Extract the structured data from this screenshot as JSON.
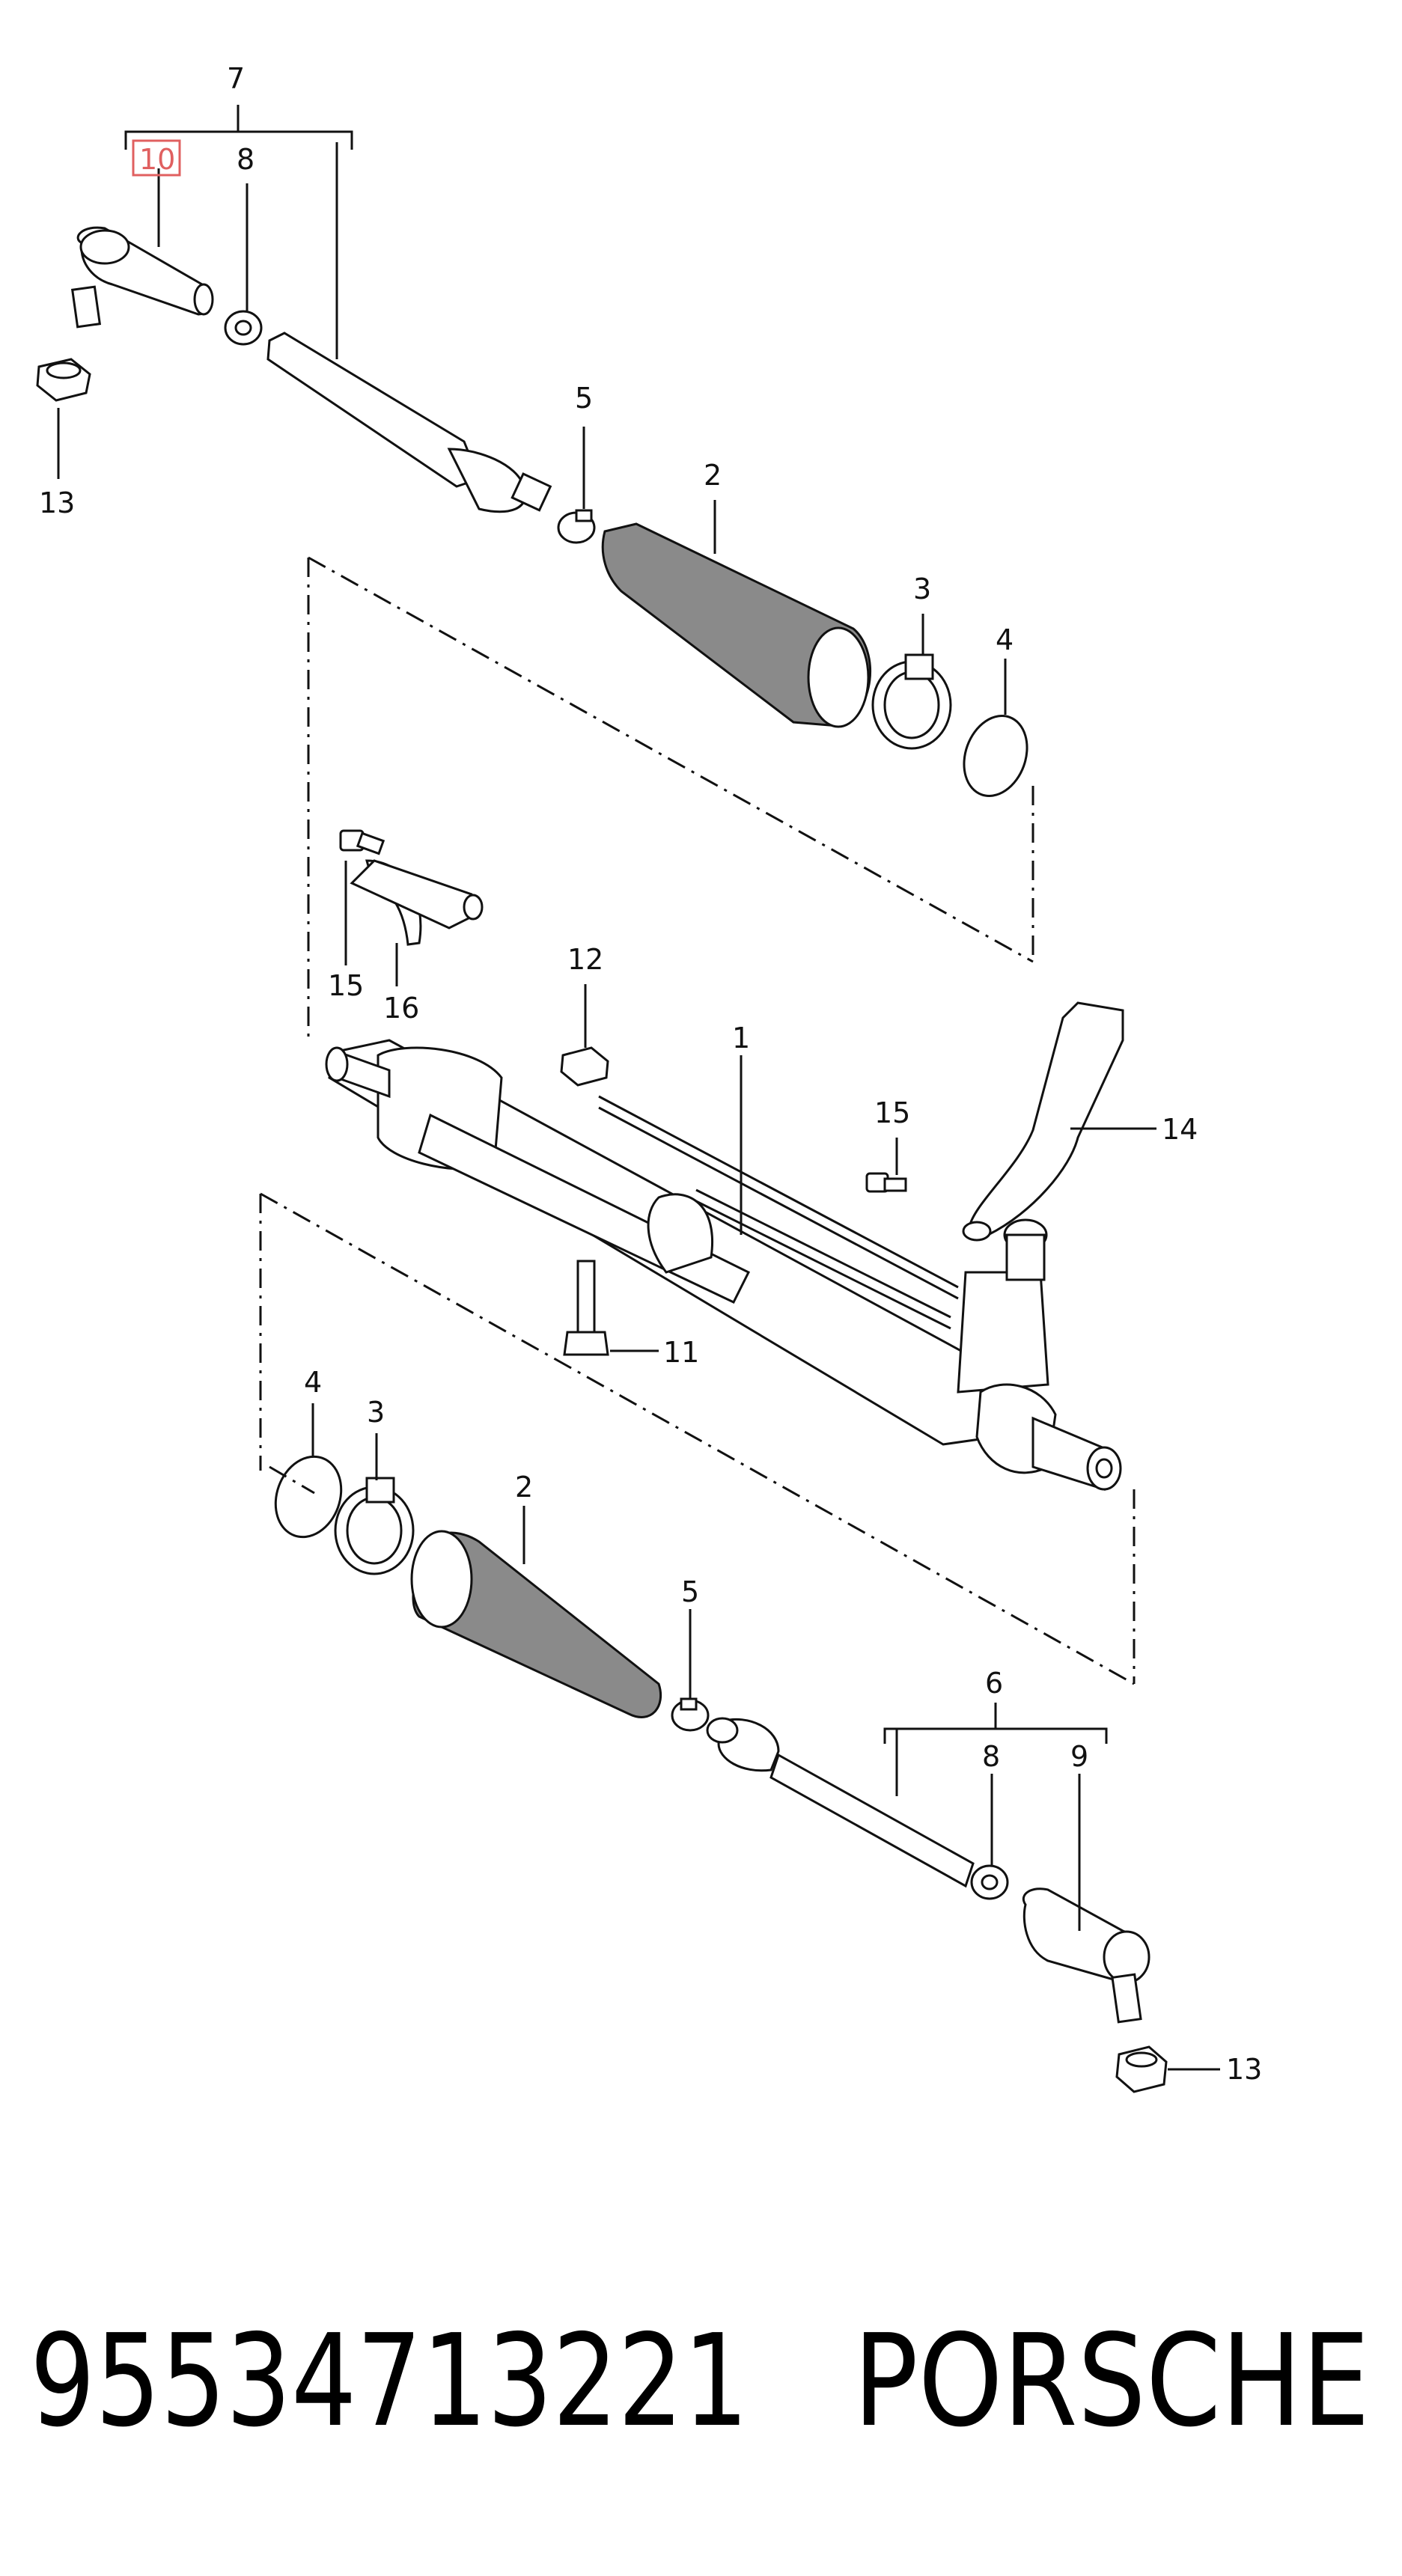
{
  "diagram": {
    "callouts": {
      "label_1": "1",
      "label_2_top": "2",
      "label_2_bottom": "2",
      "label_3_top": "3",
      "label_3_bottom": "3",
      "label_4_top": "4",
      "label_4_bottom": "4",
      "label_5_top": "5",
      "label_5_bottom": "5",
      "label_6": "6",
      "label_7": "7",
      "label_8_top": "8",
      "label_8_bottom": "8",
      "label_9": "9",
      "label_10": "10",
      "label_11": "11",
      "label_12": "12",
      "label_13_top": "13",
      "label_13_bottom": "13",
      "label_14": "14",
      "label_15_left": "15",
      "label_15_right": "15",
      "label_16": "16"
    },
    "highlight_color": "#e06060"
  },
  "footer": {
    "part_number": "95534713221",
    "brand": "PORSCHE"
  }
}
